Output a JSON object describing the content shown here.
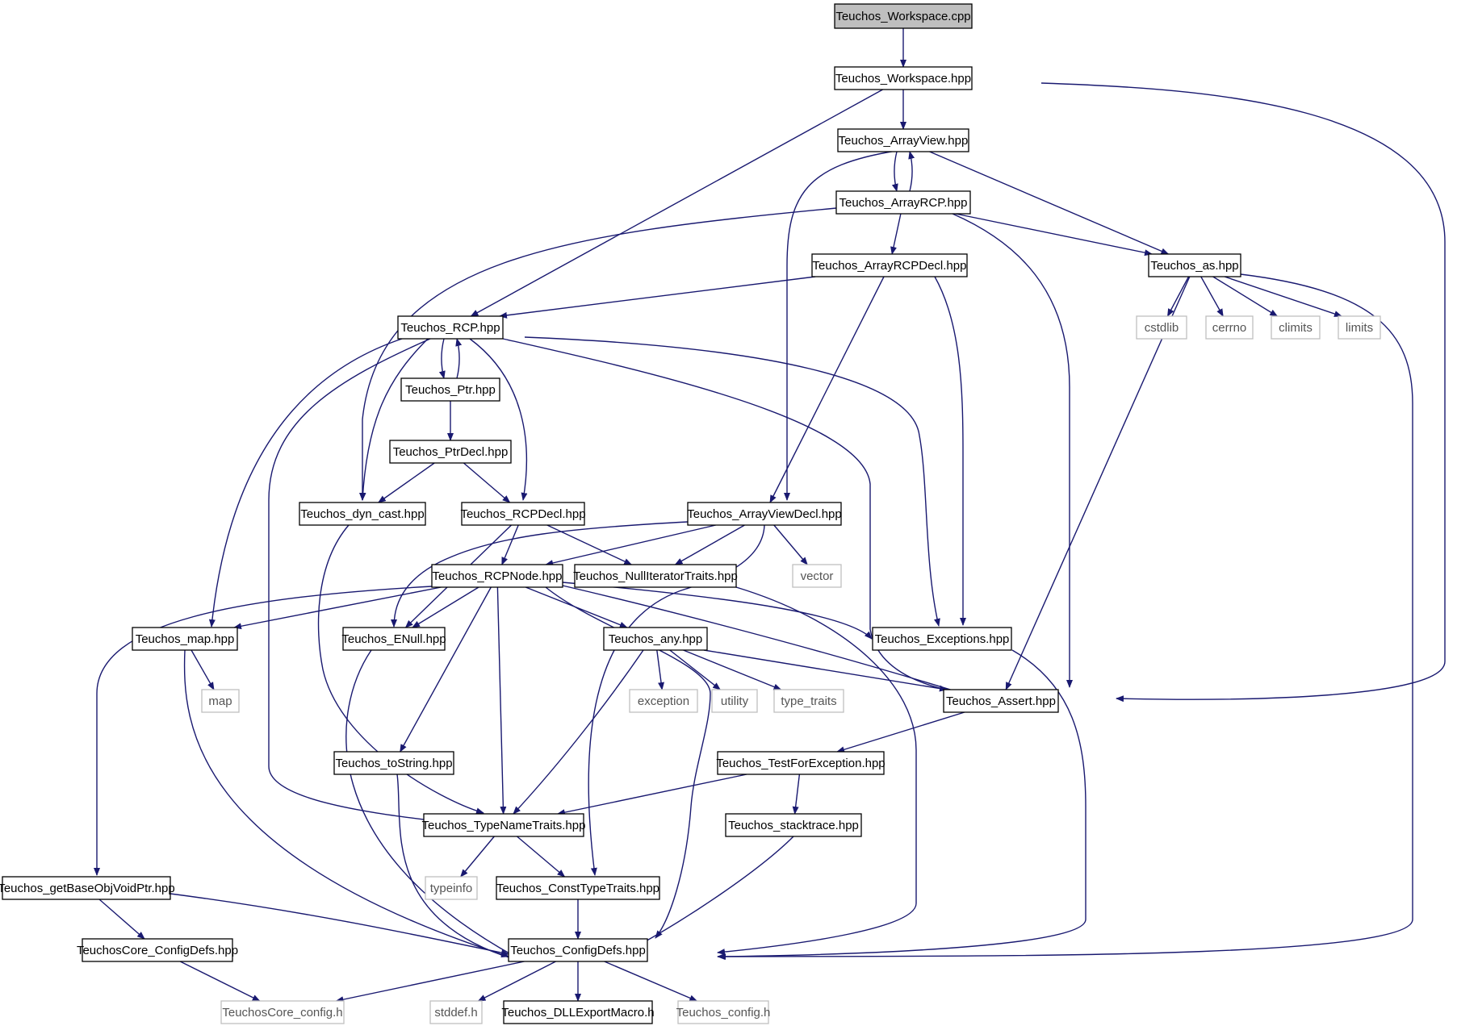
{
  "colors": {
    "edge": "#191970",
    "root_fill": "#bfbfbf",
    "node_border": "#000000",
    "system_border": "#bfbfbf",
    "system_text": "#555555",
    "text": "#000000",
    "background": "#ffffff"
  },
  "nodes": [
    {
      "id": "workspace_cpp",
      "label": "Teuchos_Workspace.cpp",
      "kind": "root"
    },
    {
      "id": "workspace_hpp",
      "label": "Teuchos_Workspace.hpp",
      "kind": "header"
    },
    {
      "id": "arrayview",
      "label": "Teuchos_ArrayView.hpp",
      "kind": "header"
    },
    {
      "id": "arrayrcp",
      "label": "Teuchos_ArrayRCP.hpp",
      "kind": "header"
    },
    {
      "id": "arrayrcpdecl",
      "label": "Teuchos_ArrayRCPDecl.hpp",
      "kind": "header"
    },
    {
      "id": "as",
      "label": "Teuchos_as.hpp",
      "kind": "header"
    },
    {
      "id": "cstdlib",
      "label": "cstdlib",
      "kind": "system"
    },
    {
      "id": "cerrno",
      "label": "cerrno",
      "kind": "system"
    },
    {
      "id": "climits",
      "label": "climits",
      "kind": "system"
    },
    {
      "id": "limits",
      "label": "limits",
      "kind": "system"
    },
    {
      "id": "rcp",
      "label": "Teuchos_RCP.hpp",
      "kind": "header"
    },
    {
      "id": "ptr",
      "label": "Teuchos_Ptr.hpp",
      "kind": "header"
    },
    {
      "id": "ptrdecl",
      "label": "Teuchos_PtrDecl.hpp",
      "kind": "header"
    },
    {
      "id": "dyncast",
      "label": "Teuchos_dyn_cast.hpp",
      "kind": "header"
    },
    {
      "id": "rcpdecl",
      "label": "Teuchos_RCPDecl.hpp",
      "kind": "header"
    },
    {
      "id": "arrayviewdecl",
      "label": "Teuchos_ArrayViewDecl.hpp",
      "kind": "header"
    },
    {
      "id": "rcpnode",
      "label": "Teuchos_RCPNode.hpp",
      "kind": "header"
    },
    {
      "id": "nulliter",
      "label": "Teuchos_NullIteratorTraits.hpp",
      "kind": "header"
    },
    {
      "id": "vector",
      "label": "vector",
      "kind": "system"
    },
    {
      "id": "map_hpp",
      "label": "Teuchos_map.hpp",
      "kind": "header"
    },
    {
      "id": "enull",
      "label": "Teuchos_ENull.hpp",
      "kind": "header"
    },
    {
      "id": "any",
      "label": "Teuchos_any.hpp",
      "kind": "header"
    },
    {
      "id": "exceptions",
      "label": "Teuchos_Exceptions.hpp",
      "kind": "header"
    },
    {
      "id": "map",
      "label": "map",
      "kind": "system"
    },
    {
      "id": "exception",
      "label": "exception",
      "kind": "system"
    },
    {
      "id": "utility",
      "label": "utility",
      "kind": "system"
    },
    {
      "id": "type_traits",
      "label": "type_traits",
      "kind": "system"
    },
    {
      "id": "assert",
      "label": "Teuchos_Assert.hpp",
      "kind": "header"
    },
    {
      "id": "tostring",
      "label": "Teuchos_toString.hpp",
      "kind": "header"
    },
    {
      "id": "testforexc",
      "label": "Teuchos_TestForException.hpp",
      "kind": "header"
    },
    {
      "id": "typenametraits",
      "label": "Teuchos_TypeNameTraits.hpp",
      "kind": "header"
    },
    {
      "id": "stacktrace",
      "label": "Teuchos_stacktrace.hpp",
      "kind": "header"
    },
    {
      "id": "getbaseobj",
      "label": "Teuchos_getBaseObjVoidPtr.hpp",
      "kind": "header"
    },
    {
      "id": "typeinfo",
      "label": "typeinfo",
      "kind": "system"
    },
    {
      "id": "consttypetraits",
      "label": "Teuchos_ConstTypeTraits.hpp",
      "kind": "header"
    },
    {
      "id": "coreconfigdefs",
      "label": "TeuchosCore_ConfigDefs.hpp",
      "kind": "header"
    },
    {
      "id": "configdefs",
      "label": "Teuchos_ConfigDefs.hpp",
      "kind": "header"
    },
    {
      "id": "coreconfig",
      "label": "TeuchosCore_config.h",
      "kind": "system"
    },
    {
      "id": "stddef",
      "label": "stddef.h",
      "kind": "system"
    },
    {
      "id": "dllexport",
      "label": "Teuchos_DLLExportMacro.h",
      "kind": "header"
    },
    {
      "id": "config_h",
      "label": "Teuchos_config.h",
      "kind": "system"
    }
  ],
  "edges": [
    [
      "workspace_cpp",
      "workspace_hpp"
    ],
    [
      "workspace_hpp",
      "arrayview"
    ],
    [
      "workspace_hpp",
      "rcp"
    ],
    [
      "workspace_hpp",
      "assert"
    ],
    [
      "arrayview",
      "arrayrcp"
    ],
    [
      "arrayrcp",
      "arrayview"
    ],
    [
      "arrayview",
      "arrayviewdecl"
    ],
    [
      "arrayview",
      "as"
    ],
    [
      "arrayrcp",
      "arrayrcpdecl"
    ],
    [
      "arrayrcp",
      "as"
    ],
    [
      "arrayrcp",
      "dyncast"
    ],
    [
      "arrayrcp",
      "assert"
    ],
    [
      "arrayrcpdecl",
      "rcp"
    ],
    [
      "arrayrcpdecl",
      "arrayviewdecl"
    ],
    [
      "arrayrcpdecl",
      "exceptions"
    ],
    [
      "as",
      "cstdlib"
    ],
    [
      "as",
      "cerrno"
    ],
    [
      "as",
      "climits"
    ],
    [
      "as",
      "limits"
    ],
    [
      "as",
      "assert"
    ],
    [
      "as",
      "configdefs"
    ],
    [
      "rcp",
      "ptr"
    ],
    [
      "ptr",
      "rcp"
    ],
    [
      "rcp",
      "dyncast"
    ],
    [
      "rcp",
      "rcpdecl"
    ],
    [
      "rcp",
      "map_hpp"
    ],
    [
      "rcp",
      "typenametraits"
    ],
    [
      "rcp",
      "exceptions"
    ],
    [
      "rcp",
      "assert"
    ],
    [
      "ptr",
      "ptrdecl"
    ],
    [
      "ptrdecl",
      "dyncast"
    ],
    [
      "ptrdecl",
      "rcpdecl"
    ],
    [
      "dyncast",
      "typenametraits"
    ],
    [
      "rcpdecl",
      "rcpnode"
    ],
    [
      "rcpdecl",
      "nulliter"
    ],
    [
      "rcpdecl",
      "enull"
    ],
    [
      "arrayviewdecl",
      "rcpnode"
    ],
    [
      "arrayviewdecl",
      "nulliter"
    ],
    [
      "arrayviewdecl",
      "vector"
    ],
    [
      "arrayviewdecl",
      "enull"
    ],
    [
      "arrayviewdecl",
      "consttypetraits"
    ],
    [
      "rcpnode",
      "map_hpp"
    ],
    [
      "rcpnode",
      "enull"
    ],
    [
      "rcpnode",
      "any"
    ],
    [
      "rcpnode",
      "exceptions"
    ],
    [
      "rcpnode",
      "assert"
    ],
    [
      "rcpnode",
      "tostring"
    ],
    [
      "rcpnode",
      "typenametraits"
    ],
    [
      "rcpnode",
      "getbaseobj"
    ],
    [
      "rcpnode",
      "configdefs"
    ],
    [
      "nulliter",
      "configdefs"
    ],
    [
      "map_hpp",
      "map"
    ],
    [
      "map_hpp",
      "configdefs"
    ],
    [
      "enull",
      "configdefs"
    ],
    [
      "any",
      "exception"
    ],
    [
      "any",
      "utility"
    ],
    [
      "any",
      "type_traits"
    ],
    [
      "any",
      "assert"
    ],
    [
      "any",
      "typenametraits"
    ],
    [
      "exceptions",
      "configdefs"
    ],
    [
      "assert",
      "testforexc"
    ],
    [
      "tostring",
      "configdefs"
    ],
    [
      "testforexc",
      "typenametraits"
    ],
    [
      "testforexc",
      "stacktrace"
    ],
    [
      "stacktrace",
      "configdefs"
    ],
    [
      "typenametraits",
      "typeinfo"
    ],
    [
      "typenametraits",
      "consttypetraits"
    ],
    [
      "getbaseobj",
      "coreconfigdefs"
    ],
    [
      "getbaseobj",
      "configdefs"
    ],
    [
      "consttypetraits",
      "configdefs"
    ],
    [
      "coreconfigdefs",
      "coreconfig"
    ],
    [
      "configdefs",
      "coreconfig"
    ],
    [
      "configdefs",
      "stddef"
    ],
    [
      "configdefs",
      "dllexport"
    ],
    [
      "configdefs",
      "config_h"
    ]
  ]
}
